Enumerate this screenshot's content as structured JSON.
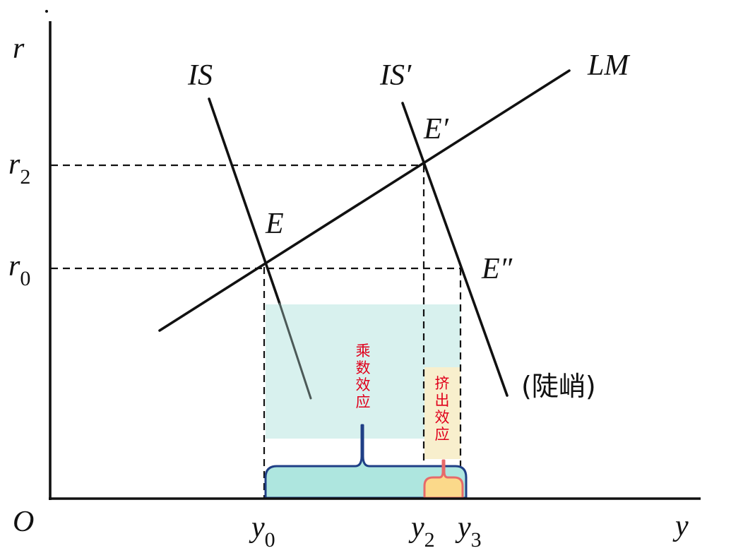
{
  "axes": {
    "origin": "O",
    "x_label": "y",
    "y_label": "r",
    "y_ticks": [
      {
        "main": "r",
        "sub": "2"
      },
      {
        "main": "r",
        "sub": "0"
      }
    ],
    "x_ticks": [
      {
        "main": "y",
        "sub": "0"
      },
      {
        "main": "y",
        "sub": "2"
      },
      {
        "main": "y",
        "sub": "3"
      }
    ]
  },
  "curves": {
    "is": "IS",
    "is_shifted": "IS′",
    "lm": "LM"
  },
  "points": {
    "e": "E",
    "e_prime": "E′",
    "e_double_prime": "E″"
  },
  "annotations": {
    "steep": "(陡峭)",
    "multiplier_effect": [
      "乘",
      "数",
      "效",
      "应"
    ],
    "crowding_out_effect": [
      "挤",
      "出",
      "效",
      "应"
    ]
  },
  "colors": {
    "line": "#111111",
    "multiplier_fill": "#d8f1ee",
    "multiplier_brace_fill": "#aee6df",
    "multiplier_brace_stroke": "#1f3f86",
    "crowding_fill": "#f8efcd",
    "crowding_brace_fill": "#fbd98a",
    "crowding_brace_stroke": "#e76a6a",
    "annotation_text": "#e0001b"
  }
}
